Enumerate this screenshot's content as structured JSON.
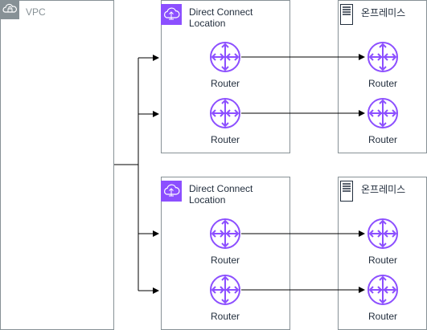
{
  "vpc": {
    "label": "VPC"
  },
  "locations": [
    {
      "title": "Direct Connect\nLocation",
      "routers": [
        "Router",
        "Router"
      ]
    },
    {
      "title": "Direct Connect\nLocation",
      "routers": [
        "Router",
        "Router"
      ]
    }
  ],
  "onprem": [
    {
      "title": "온프레미스",
      "routers": [
        "Router",
        "Router"
      ]
    },
    {
      "title": "온프레미스",
      "routers": [
        "Router",
        "Router"
      ]
    }
  ],
  "colors": {
    "router": "#8C4FFF",
    "dc_icon": "#8C4FFF",
    "border": "#879196",
    "vpc_label": "#879196"
  },
  "icons": {
    "vpc": "vpc-cloud-lock-icon",
    "dc": "direct-connect-icon",
    "server": "server-icon",
    "router": "router-icon"
  }
}
